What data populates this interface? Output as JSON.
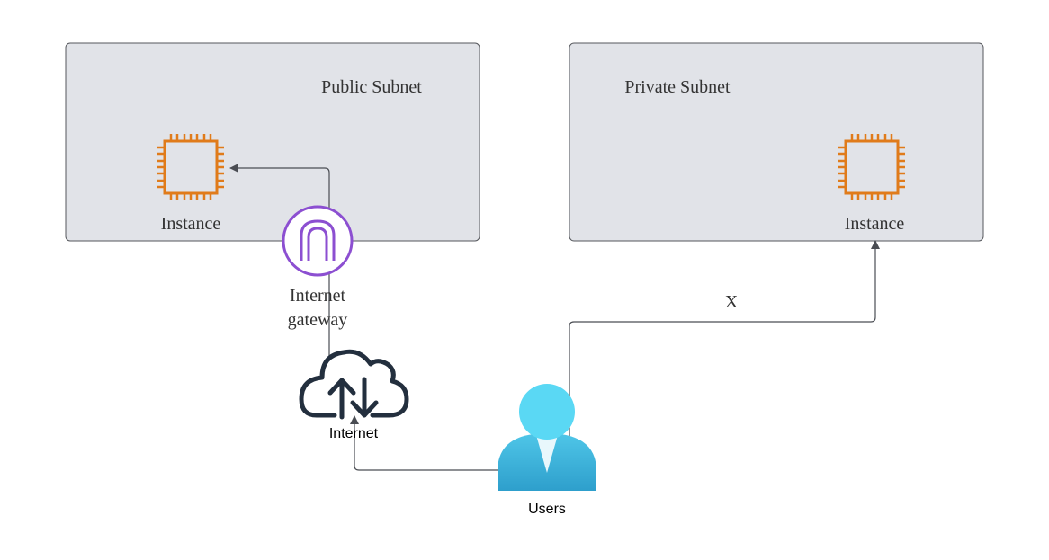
{
  "subnets": {
    "public": {
      "label": "Public Subnet"
    },
    "private": {
      "label": "Private Subnet"
    }
  },
  "nodes": {
    "public_instance": {
      "label": "Instance",
      "icon": "ec2-instance-chip-icon"
    },
    "private_instance": {
      "label": "Instance",
      "icon": "ec2-instance-chip-icon"
    },
    "internet_gateway": {
      "label_line1": "Internet",
      "label_line2": "gateway",
      "icon": "internet-gateway-icon"
    },
    "internet": {
      "label": "Internet",
      "icon": "cloud-upload-download-icon"
    },
    "users": {
      "label": "Users",
      "icon": "user-icon"
    }
  },
  "edges": {
    "users_to_private": {
      "label": "X"
    }
  },
  "colors": {
    "subnet_fill": "#e1e3e8",
    "instance_orange": "#e07b1a",
    "gateway_purple": "#8c4fd1",
    "cloud_dark": "#232f3e",
    "user_head": "#5ad8f4",
    "user_body": "#3aaed8"
  }
}
